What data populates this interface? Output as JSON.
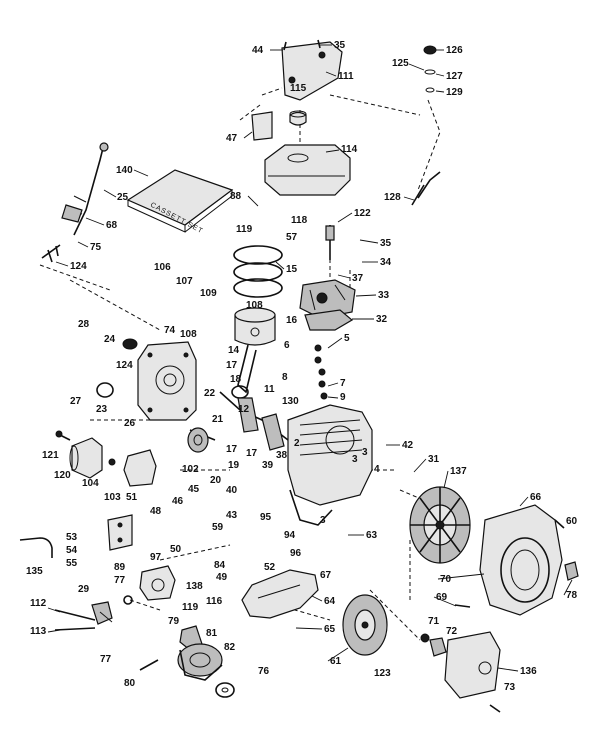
{
  "box_label": "CASSETT SET",
  "callouts": [
    "44",
    "35",
    "111",
    "126",
    "125",
    "127",
    "129",
    "115",
    "47",
    "114",
    "140",
    "25",
    "88",
    "68",
    "118",
    "57",
    "119",
    "122",
    "128",
    "75",
    "35",
    "15",
    "34",
    "124",
    "37",
    "106",
    "107",
    "109",
    "108",
    "33",
    "74",
    "28",
    "108",
    "32",
    "16",
    "5",
    "24",
    "14",
    "6",
    "124",
    "17",
    "7",
    "18",
    "8",
    "27",
    "22",
    "23",
    "11",
    "130",
    "9",
    "26",
    "21",
    "12",
    "17",
    "42",
    "121",
    "17",
    "2",
    "38",
    "19",
    "39",
    "31",
    "120",
    "104",
    "102",
    "137",
    "20",
    "40",
    "103",
    "51",
    "45",
    "46",
    "48",
    "43",
    "66",
    "60",
    "59",
    "53",
    "94",
    "52",
    "96",
    "63",
    "54",
    "55",
    "50",
    "84",
    "97",
    "135",
    "49",
    "67",
    "89",
    "70",
    "78",
    "77",
    "138",
    "116",
    "119",
    "29",
    "69",
    "112",
    "64",
    "65",
    "79",
    "81",
    "113",
    "77",
    "82",
    "80",
    "61",
    "71",
    "72",
    "123",
    "76",
    "136",
    "73",
    "3",
    "3",
    "4",
    "3",
    "95"
  ]
}
